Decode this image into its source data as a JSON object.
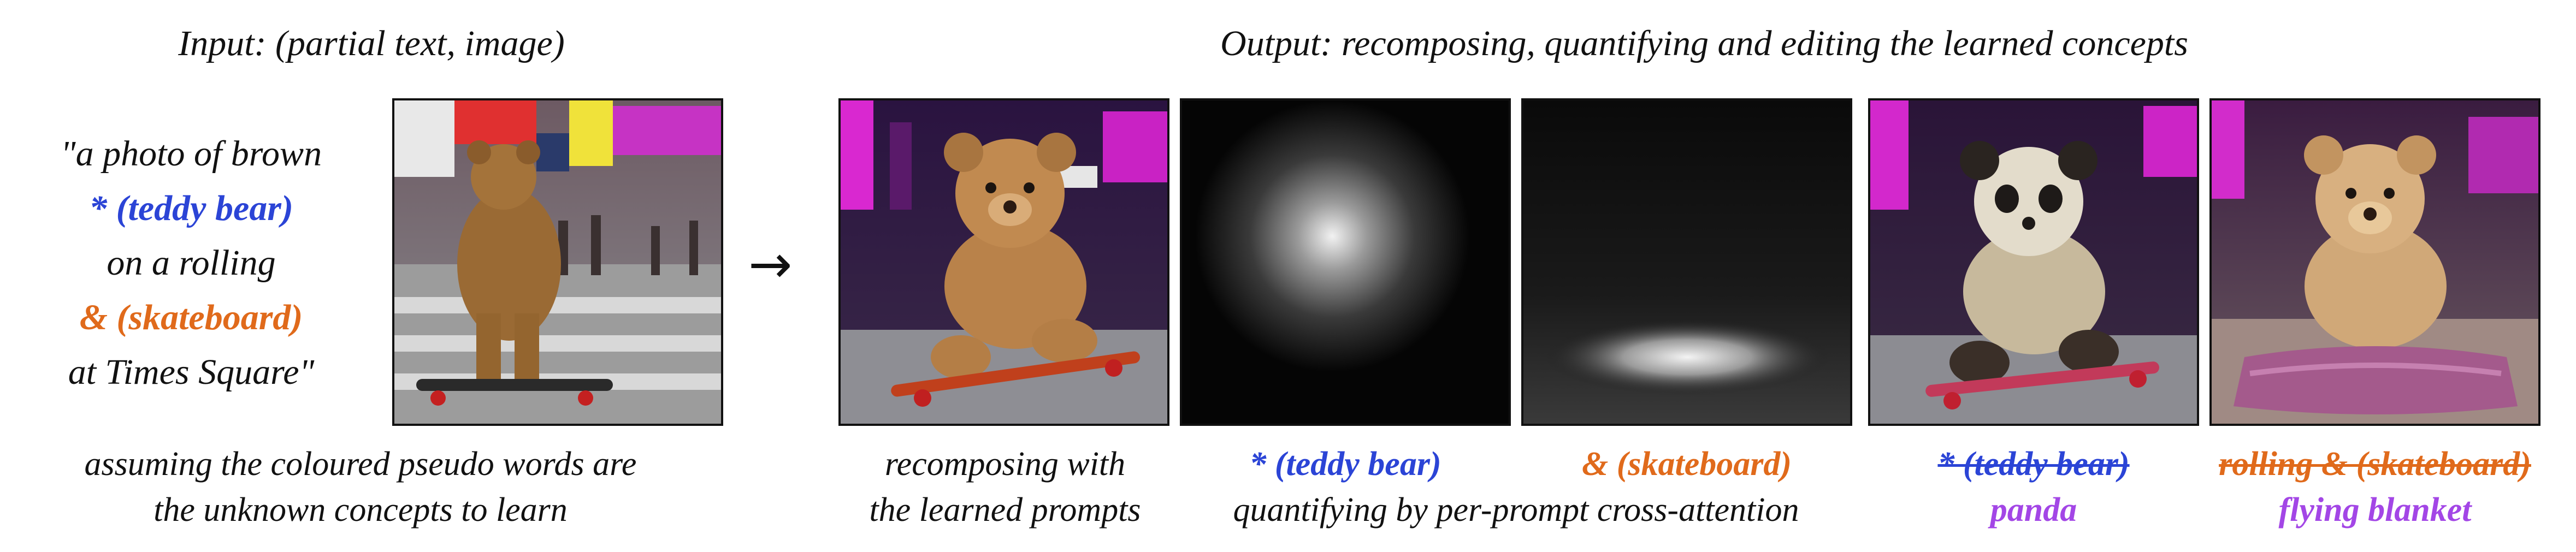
{
  "input_title": "Input: (partial text, image)",
  "output_title": "Output: recomposing, quantifying and editing the learned concepts",
  "prompt": {
    "line1": "\"a photo of brown",
    "line2": "* (teddy bear)",
    "line3": "on a rolling",
    "line4": "& (skateboard)",
    "line5": "at Times Square\""
  },
  "input_caption": {
    "line1": "assuming the coloured pseudo words are",
    "line2": "the unknown concepts to learn"
  },
  "captions": {
    "recompose_line1": "recomposing with",
    "recompose_line2": "the learned prompts",
    "teddy_label": "* (teddy bear)",
    "skate_label": "& (skateboard)",
    "quantify_line": "quantifying by per-prompt cross-attention",
    "edit1_struck": "* (teddy bear)",
    "edit1_new": "panda",
    "edit2_struck": "rolling & (skateboard)",
    "edit2_new": "flying blanket"
  },
  "arrow": "→",
  "colors": {
    "teddy": "#2b44d6",
    "skateboard": "#e06a1b",
    "edit": "#a346e6"
  }
}
